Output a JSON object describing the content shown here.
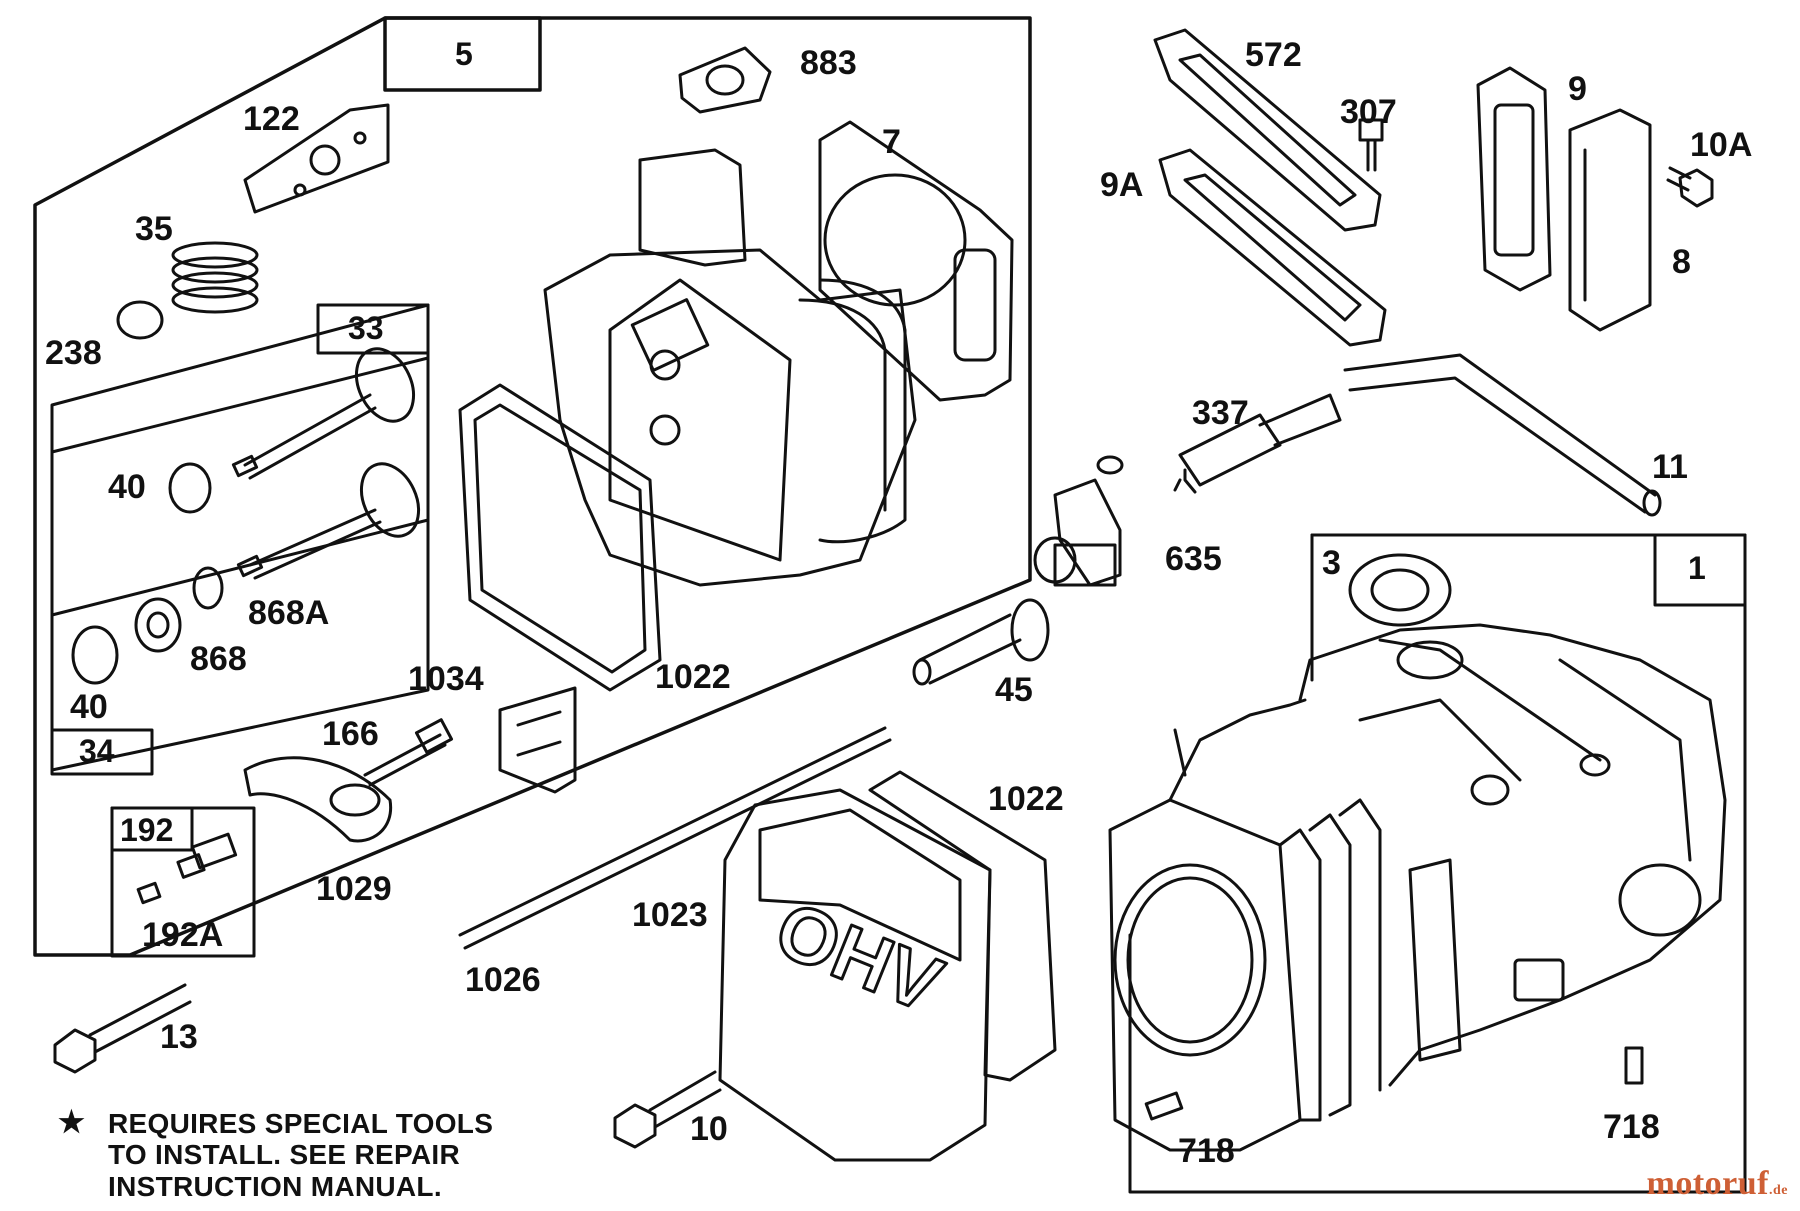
{
  "diagram": {
    "parts": {
      "p5": "5",
      "p122": "122",
      "p35": "35",
      "p238": "238",
      "p33": "33",
      "p40a": "40",
      "p40b": "40",
      "p868": "868",
      "p868A": "868A",
      "p34": "34",
      "p192": "192",
      "p192A": "192A",
      "p883": "883",
      "p7": "7",
      "p1022a": "1022",
      "p1034": "1034",
      "p166": "166",
      "p1029": "1029",
      "p13": "13",
      "p572": "572",
      "p307": "307",
      "p9A": "9A",
      "p9": "9",
      "p10A": "10A",
      "p8": "8",
      "p337": "337",
      "p11": "11",
      "p635": "635",
      "p45": "45",
      "p1026": "1026",
      "p1023": "1023",
      "p1022b": "1022",
      "p10": "10",
      "p3": "3",
      "p1": "1",
      "p718a": "718",
      "p718b": "718"
    },
    "cover_text": "OHV",
    "note_symbol": "★",
    "note_lines": [
      "REQUIRES SPECIAL TOOLS",
      "TO INSTALL.  SEE REPAIR",
      "INSTRUCTION MANUAL."
    ],
    "watermark": "motoruf",
    "watermark_suffix": ".de"
  },
  "colors": {
    "ink": "#111111",
    "paper": "#ffffff",
    "watermark": "#ce5f35"
  }
}
